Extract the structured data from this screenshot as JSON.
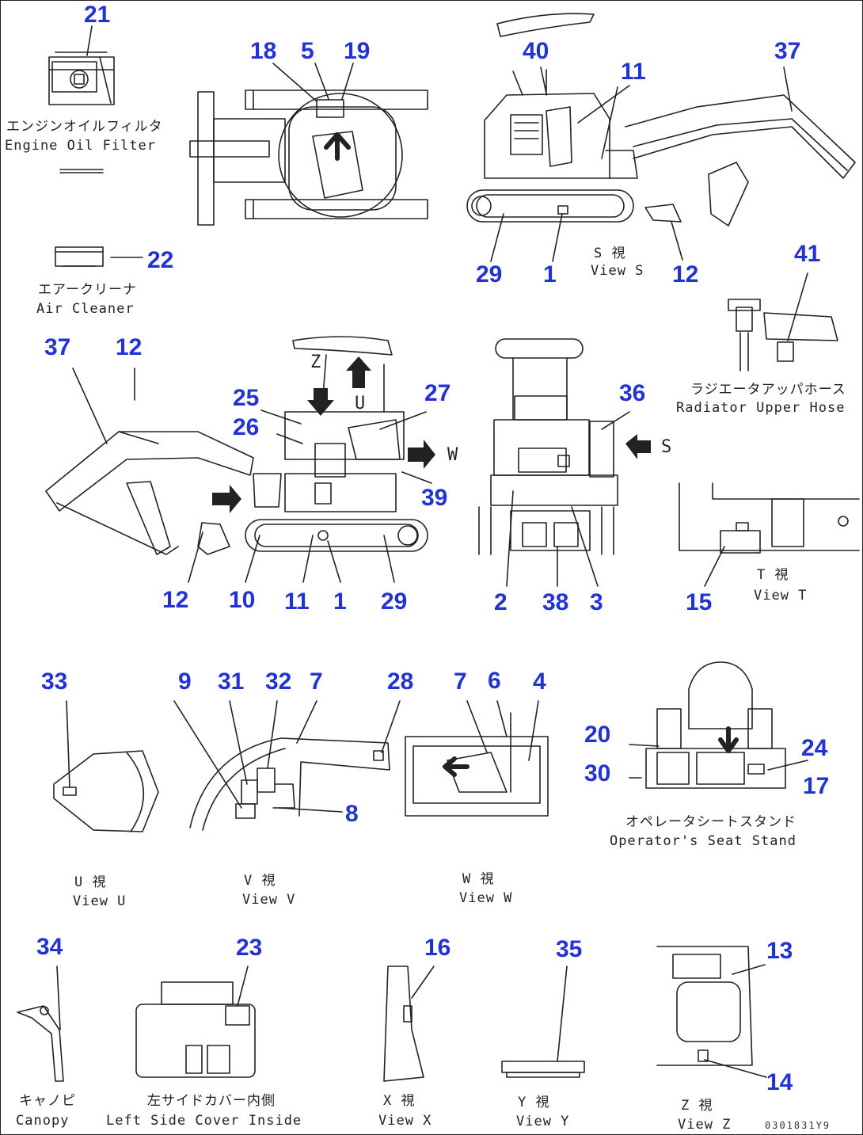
{
  "callouts": {
    "c21": "21",
    "c18": "18",
    "c5": "5",
    "c19": "19",
    "c40": "40",
    "c11a": "11",
    "c37a": "37",
    "c22": "22",
    "c29a": "29",
    "c1a": "1",
    "c12a": "12",
    "c41": "41",
    "c37b": "37",
    "c12b": "12",
    "c25": "25",
    "c26": "26",
    "c27": "27",
    "c36": "36",
    "c39": "39",
    "c12c": "12",
    "c10": "10",
    "c11b": "11",
    "c1b": "1",
    "c29b": "29",
    "c2": "2",
    "c38": "38",
    "c3": "3",
    "c15": "15",
    "c33": "33",
    "c9": "9",
    "c31": "31",
    "c32": "32",
    "c7a": "7",
    "c28": "28",
    "c7b": "7",
    "c6": "6",
    "c4": "4",
    "c8": "8",
    "c20": "20",
    "c24": "24",
    "c30": "30",
    "c17": "17",
    "c34": "34",
    "c23": "23",
    "c16": "16",
    "c35": "35",
    "c13": "13",
    "c14": "14"
  },
  "captions": {
    "engine_oil_filter_jp": "エンジンオイルフィルタ",
    "engine_oil_filter_en": "Engine Oil Filter",
    "air_cleaner_jp": "エアークリーナ",
    "air_cleaner_en": "Air Cleaner",
    "view_s_jp": "S 視",
    "view_s_en": "View S",
    "radiator_jp": "ラジエータアッパホース",
    "radiator_en": "Radiator Upper Hose",
    "view_t_jp": "T 視",
    "view_t_en": "View T",
    "seat_stand_jp": "オペレータシートスタンド",
    "seat_stand_en": "Operator's Seat Stand",
    "view_u_jp": "U 視",
    "view_u_en": "View U",
    "view_v_jp": "V 視",
    "view_v_en": "View V",
    "view_w_jp": "W 視",
    "view_w_en": "View W",
    "canopy_jp": "キャノピ",
    "canopy_en": "Canopy",
    "left_side_cover_jp": "左サイドカバー内側",
    "left_side_cover_en": "Left Side Cover Inside",
    "view_x_jp": "X 視",
    "view_x_en": "View X",
    "view_y_jp": "Y 視",
    "view_y_en": "View Y",
    "view_z_jp": "Z 視",
    "view_z_en": "View Z"
  },
  "view_letters": {
    "u": "U",
    "z": "Z",
    "w": "W",
    "s": "S"
  },
  "drawing_code": "0301831Y9",
  "colors": {
    "callout": "#2233d6",
    "line": "#222222",
    "background": "#ffffff"
  }
}
